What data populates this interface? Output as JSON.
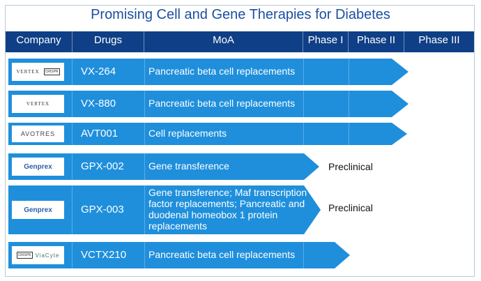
{
  "title": "Promising Cell and Gene Therapies for Diabetes",
  "headers": [
    "Company",
    "Drugs",
    "MoA",
    "Phase I",
    "Phase II",
    "Phase III"
  ],
  "rows": [
    {
      "logo": "VERTEX",
      "logo2": "CRISPR",
      "drug": "VX-264",
      "moa": "Pancreatic beta cell replacements",
      "stage": "Phase II"
    },
    {
      "logo": "VERTEX",
      "drug": "VX-880",
      "moa": "Pancreatic beta cell replacements",
      "stage": "Phase II"
    },
    {
      "logo": "AVOTRES",
      "drug": "AVT001",
      "moa": "Cell replacements",
      "stage": "Phase II"
    },
    {
      "logo": "Genprex",
      "drug": "GPX-002",
      "moa": "Gene transference",
      "stage": "Preclinical",
      "stage_label": "Preclinical"
    },
    {
      "logo": "Genprex",
      "drug": "GPX-003",
      "moa": "Gene transference; Maf transcription factor replacements; Pancreatic and duodenal homeobox 1 protein replacements",
      "stage": "Preclinical",
      "stage_label": "Preclinical"
    },
    {
      "logo": "CRISPR",
      "logo2": "ViaCyte",
      "drug": "VCTX210",
      "moa": "Pancreatic beta cell replacements",
      "stage": "Phase I"
    }
  ],
  "colors": {
    "header": "#0f3f86",
    "bar": "#1f8fdc",
    "title": "#1b4fa0"
  }
}
